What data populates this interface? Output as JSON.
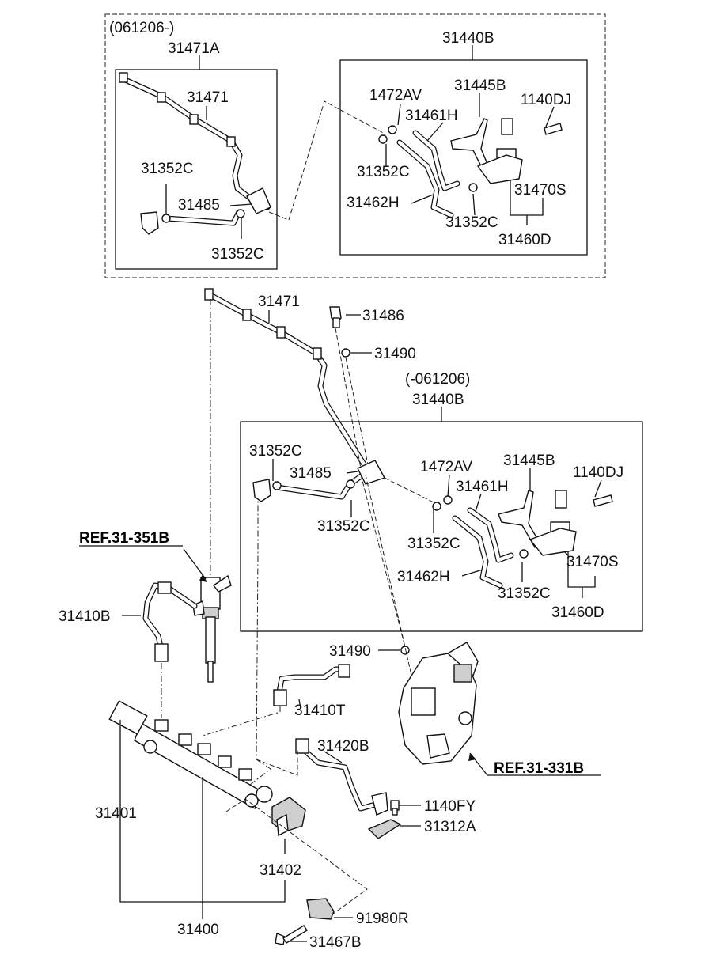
{
  "groups": {
    "upper_variant": "(061206-)",
    "lower_variant": "(-061206)"
  },
  "labels": {
    "p31471A": "31471A",
    "p31440B_top": "31440B",
    "p31471_top": "31471",
    "p1472AV_top": "1472AV",
    "p31445B_top": "31445B",
    "p1140DJ_top": "1140DJ",
    "p31461H_top": "31461H",
    "p31352C_a": "31352C",
    "p31352C_b": "31352C",
    "p31485_top": "31485",
    "p31470S_top": "31470S",
    "p31462H_top": "31462H",
    "p31352C_c": "31352C",
    "p31352C_d": "31352C",
    "p31460D_top": "31460D",
    "p31471_mid": "31471",
    "p31486": "31486",
    "p31490_a": "31490",
    "p31440B_bot": "31440B",
    "p31352C_e": "31352C",
    "p1472AV_bot": "1472AV",
    "p31445B_bot": "31445B",
    "p1140DJ_bot": "1140DJ",
    "p31485_bot": "31485",
    "p31461H_bot": "31461H",
    "p31352C_f": "31352C",
    "p31352C_g": "31352C",
    "p31470S_bot": "31470S",
    "p31462H_bot": "31462H",
    "p31352C_h": "31352C",
    "p31460D_bot": "31460D",
    "ref_31351B": "REF.31-351B",
    "p31410B": "31410B",
    "p31490_b": "31490",
    "p31410T": "31410T",
    "p31420B": "31420B",
    "ref_31331B": "REF.31-331B",
    "p31401": "31401",
    "p1140FY": "1140FY",
    "p31312A": "31312A",
    "p31402": "31402",
    "p91980R": "91980R",
    "p31400": "31400",
    "p31467B": "31467B"
  },
  "icons": {
    "injector": "fuel-injector-icon",
    "pump": "high-pressure-pump-icon",
    "rail": "common-rail-icon",
    "valve": "solenoid-valve-icon"
  }
}
